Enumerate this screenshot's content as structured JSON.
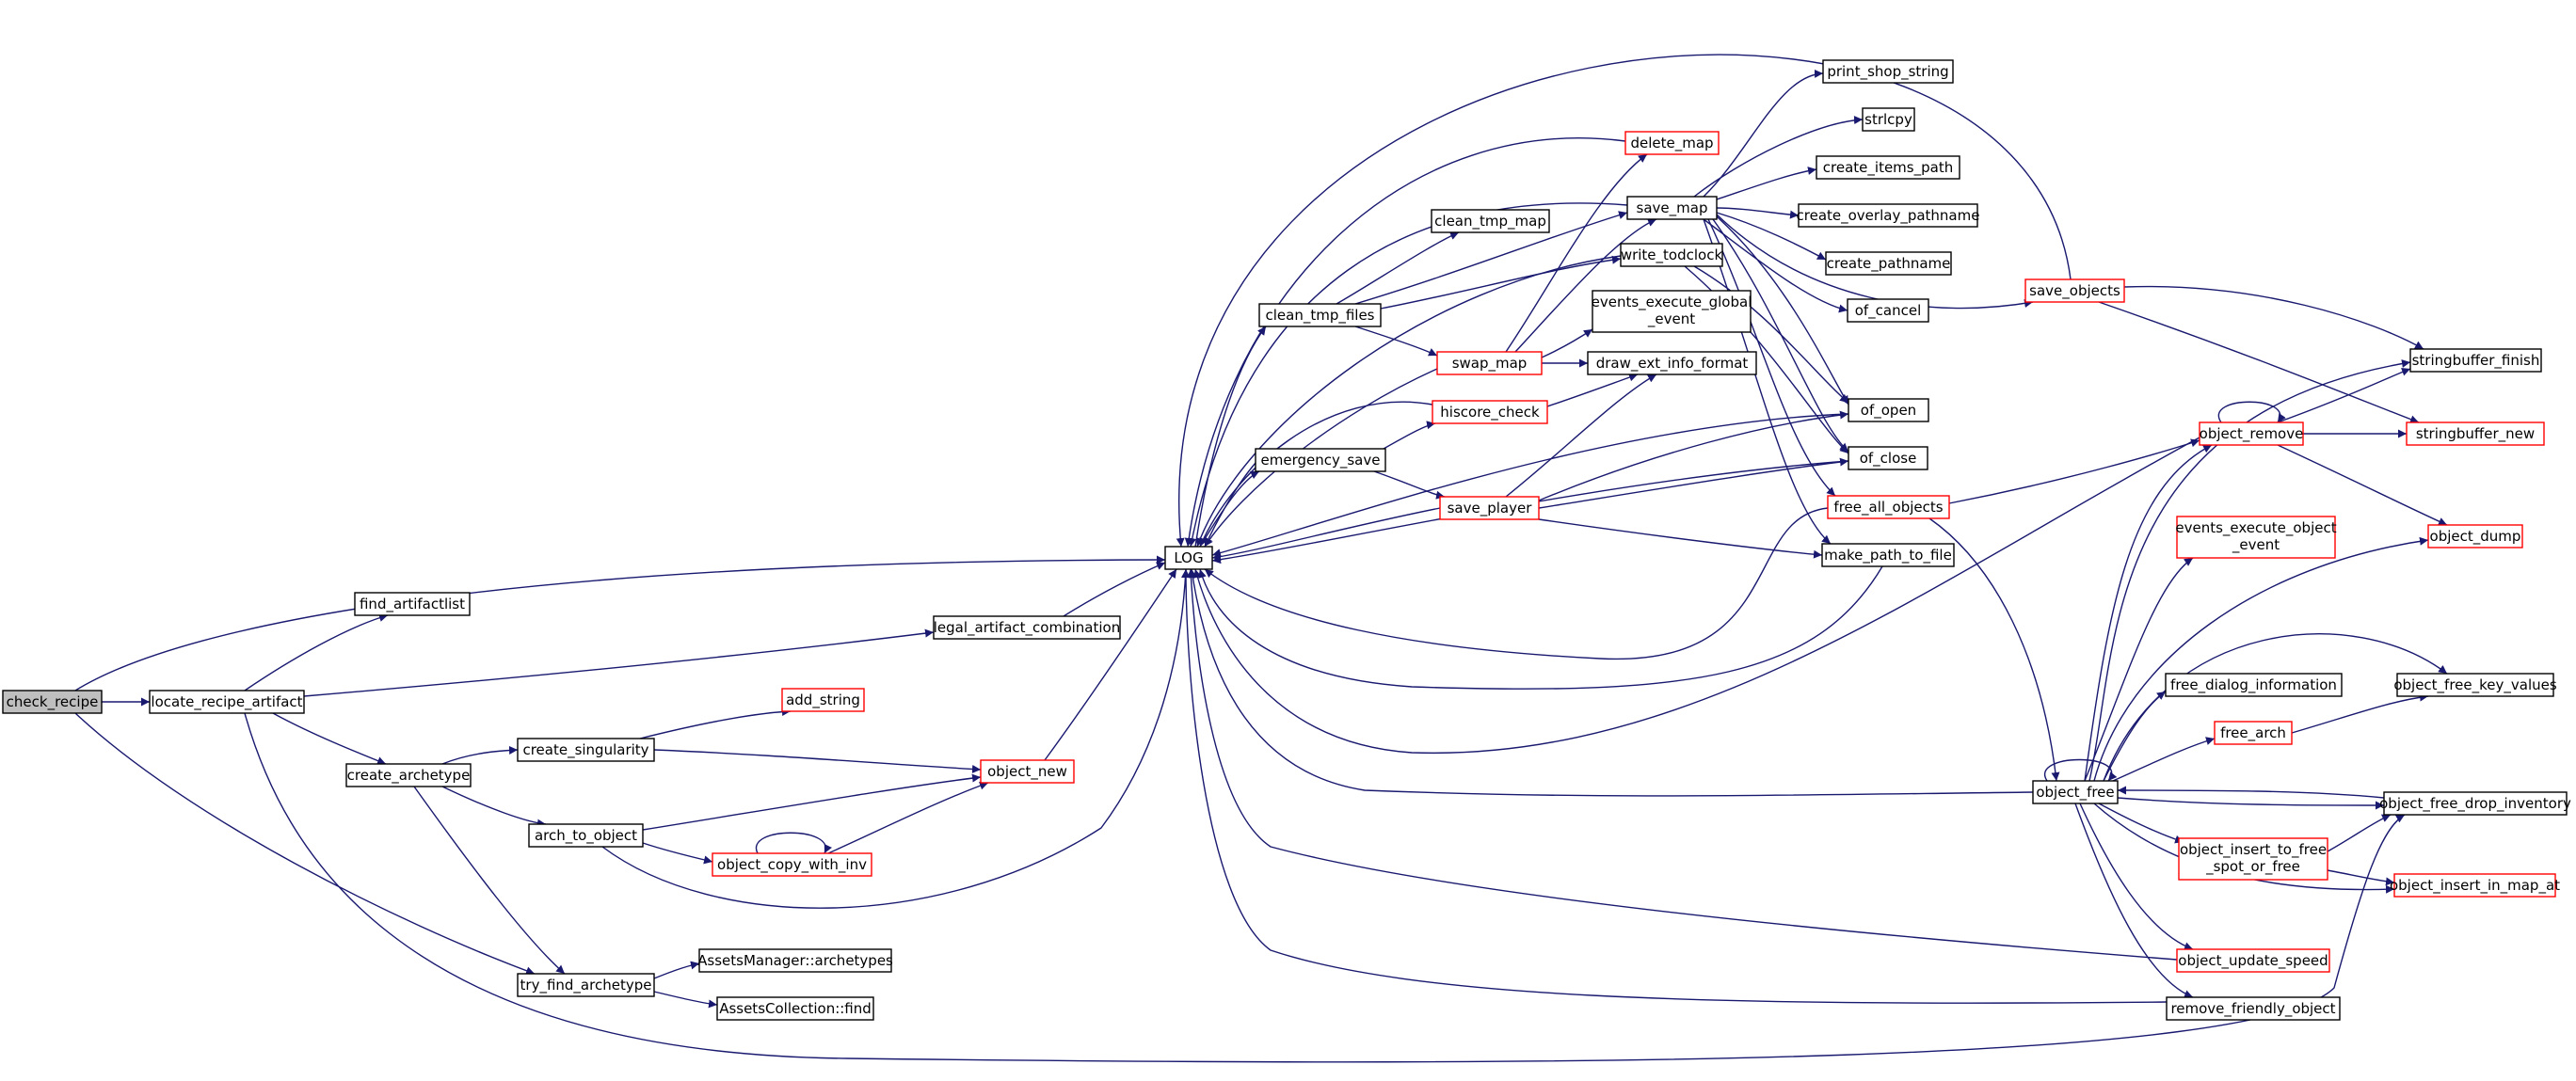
{
  "colors": {
    "edge": "#191970",
    "node_border_normal": "#000000",
    "node_border_truncated": "#ff0000",
    "node_fill": "#ffffff",
    "root_fill": "#bfbfbf",
    "root_border": "#000000"
  },
  "nodes": {
    "check_recipe": {
      "label": "check_recipe",
      "style": "root"
    },
    "locate_recipe_artifact": {
      "label": "locate_recipe_artifact",
      "style": "normal"
    },
    "find_artifactlist": {
      "label": "find_artifactlist",
      "style": "normal"
    },
    "legal_artifact_combination": {
      "label": "legal_artifact_combination",
      "style": "normal"
    },
    "create_archetype": {
      "label": "create_archetype",
      "style": "normal"
    },
    "create_singularity": {
      "label": "create_singularity",
      "style": "normal"
    },
    "add_string": {
      "label": "add_string",
      "style": "truncated"
    },
    "object_new": {
      "label": "object_new",
      "style": "truncated"
    },
    "arch_to_object": {
      "label": "arch_to_object",
      "style": "normal"
    },
    "object_copy_with_inv": {
      "label": "object_copy_with_inv",
      "style": "truncated"
    },
    "try_find_archetype": {
      "label": "try_find_archetype",
      "style": "normal"
    },
    "assets_manager_archetypes": {
      "label": "AssetsManager::archetypes",
      "style": "normal"
    },
    "assets_collection_find": {
      "label": "AssetsCollection::find",
      "style": "normal"
    },
    "log": {
      "label": "LOG",
      "style": "normal"
    },
    "clean_tmp_files": {
      "label": "clean_tmp_files",
      "style": "normal"
    },
    "clean_tmp_map": {
      "label": "clean_tmp_map",
      "style": "normal"
    },
    "emergency_save": {
      "label": "emergency_save",
      "style": "normal"
    },
    "hiscore_check": {
      "label": "hiscore_check",
      "style": "truncated"
    },
    "swap_map": {
      "label": "swap_map",
      "style": "truncated"
    },
    "save_player": {
      "label": "save_player",
      "style": "truncated"
    },
    "delete_map": {
      "label": "delete_map",
      "style": "truncated"
    },
    "save_map": {
      "label": "save_map",
      "style": "normal"
    },
    "write_todclock": {
      "label": "write_todclock",
      "style": "normal"
    },
    "events_execute_global_event": {
      "label_lines": [
        "events_execute_global",
        "_event"
      ],
      "style": "normal"
    },
    "draw_ext_info_format": {
      "label": "draw_ext_info_format",
      "style": "normal"
    },
    "print_shop_string": {
      "label": "print_shop_string",
      "style": "normal"
    },
    "strlcpy": {
      "label": "strlcpy",
      "style": "normal"
    },
    "create_items_path": {
      "label": "create_items_path",
      "style": "normal"
    },
    "create_overlay_pathname": {
      "label": "create_overlay_pathname",
      "style": "normal"
    },
    "create_pathname": {
      "label": "create_pathname",
      "style": "normal"
    },
    "of_cancel": {
      "label": "of_cancel",
      "style": "normal"
    },
    "of_open": {
      "label": "of_open",
      "style": "normal"
    },
    "of_close": {
      "label": "of_close",
      "style": "normal"
    },
    "free_all_objects": {
      "label": "free_all_objects",
      "style": "truncated"
    },
    "make_path_to_file": {
      "label": "make_path_to_file",
      "style": "normal"
    },
    "save_objects": {
      "label": "save_objects",
      "style": "truncated"
    },
    "stringbuffer_finish": {
      "label": "stringbuffer_finish",
      "style": "normal"
    },
    "stringbuffer_new": {
      "label": "stringbuffer_new",
      "style": "truncated"
    },
    "object_remove": {
      "label": "object_remove",
      "style": "truncated"
    },
    "object_dump": {
      "label": "object_dump",
      "style": "truncated"
    },
    "events_execute_object_event": {
      "label_lines": [
        "events_execute_object",
        "_event"
      ],
      "style": "truncated"
    },
    "free_dialog_information": {
      "label": "free_dialog_information",
      "style": "normal"
    },
    "object_free_key_values": {
      "label": "object_free_key_values",
      "style": "normal"
    },
    "free_arch": {
      "label": "free_arch",
      "style": "truncated"
    },
    "object_free": {
      "label": "object_free",
      "style": "normal"
    },
    "object_free_drop_inventory": {
      "label": "object_free_drop_inventory",
      "style": "normal"
    },
    "object_insert_to_free_spot_or_free": {
      "label_lines": [
        "object_insert_to_free",
        "_spot_or_free"
      ],
      "style": "truncated"
    },
    "object_insert_in_map_at": {
      "label": "object_insert_in_map_at",
      "style": "truncated"
    },
    "object_update_speed": {
      "label": "object_update_speed",
      "style": "truncated"
    },
    "remove_friendly_object": {
      "label": "remove_friendly_object",
      "style": "normal"
    }
  }
}
